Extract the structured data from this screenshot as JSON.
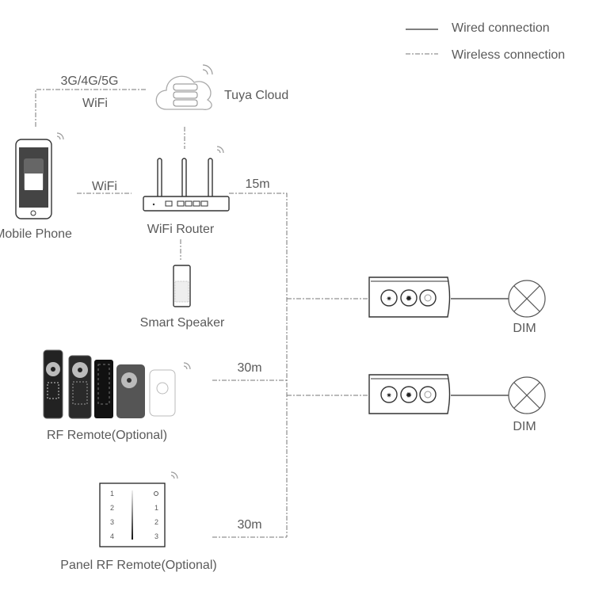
{
  "legend": {
    "wired_label": "Wired connection",
    "wireless_label": "Wireless connection"
  },
  "labels": {
    "cellular": "3G/4G/5G",
    "cloud_wifi": "WiFi",
    "cloud": "Tuya Cloud",
    "phone": "Mobile Phone",
    "phone_wifi": "WiFi",
    "router": "WiFi Router",
    "router_distance": "15m",
    "speaker": "Smart Speaker",
    "rf_remote": "RF Remote(Optional)",
    "rf_distance": "30m",
    "panel_remote": "Panel RF Remote(Optional)",
    "panel_distance": "30m",
    "load_1": "DIM",
    "load_2": "DIM"
  },
  "panel_keys": {
    "left": [
      "1",
      "2",
      "3",
      "4"
    ],
    "right": [
      "1",
      "2",
      "3"
    ]
  },
  "icons": [
    "cloud-server-icon",
    "mobile-phone-icon",
    "router-icon",
    "smart-speaker-icon",
    "rf-remote-icon",
    "panel-remote-icon",
    "controller-icon",
    "lamp-icon",
    "wireless-signal-icon"
  ]
}
